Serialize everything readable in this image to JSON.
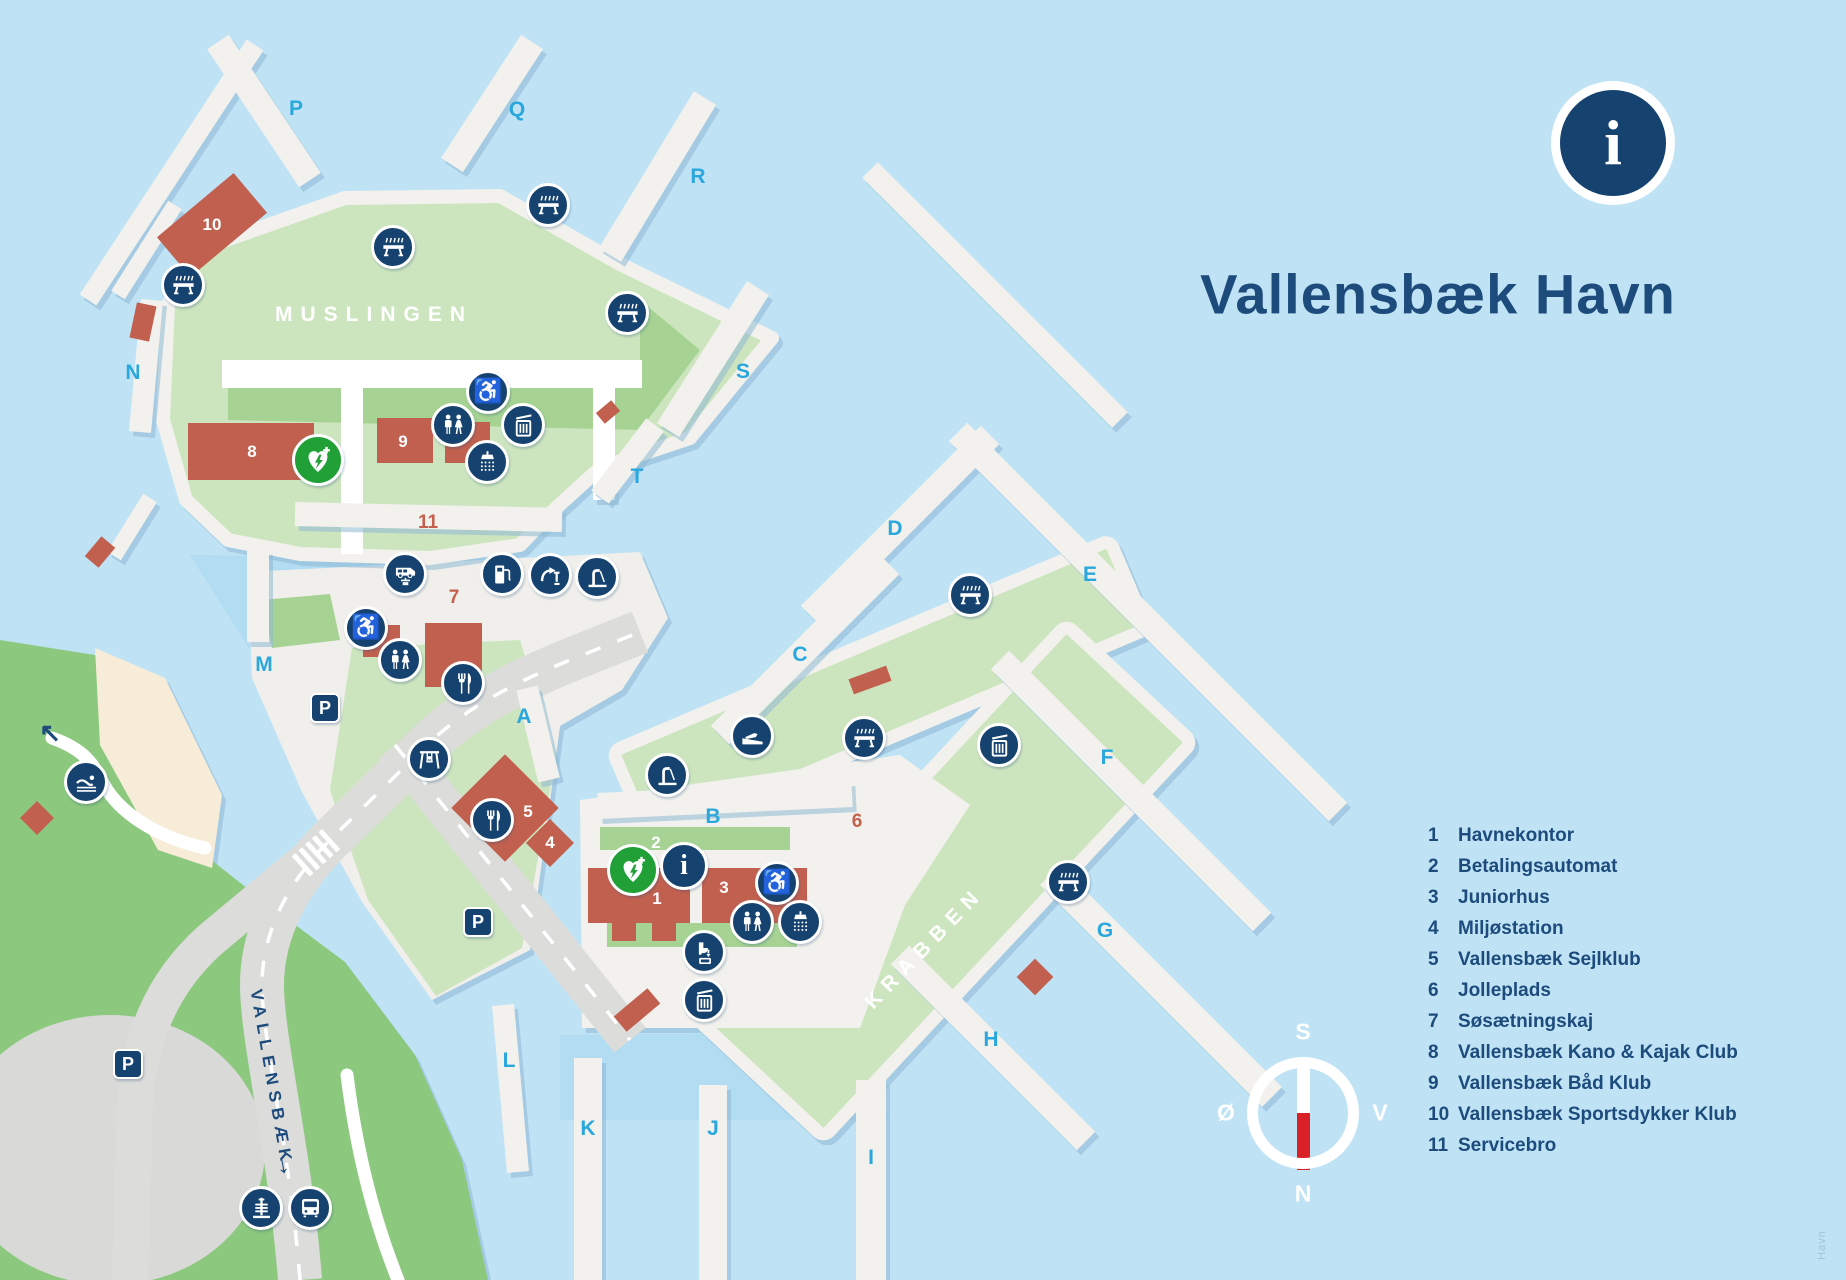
{
  "title": "Vallensbæk Havn",
  "info_symbol": "i",
  "parking_label": "P",
  "areas": {
    "muslingen": "MUSLINGEN",
    "krabben": "KRABBEN"
  },
  "road": {
    "name": "VALLENSBÆK",
    "arrow": "→"
  },
  "beach_arrow": "↖",
  "watermark": "Havn",
  "pier_labels": {
    "P": "P",
    "Q": "Q",
    "R": "R",
    "S": "S",
    "T": "T",
    "N": "N",
    "M": "M",
    "A": "A",
    "B": "B",
    "C": "C",
    "D": "D",
    "E": "E",
    "F": "F",
    "G": "G",
    "H": "H",
    "I": "I",
    "J": "J",
    "K": "K",
    "L": "L"
  },
  "markers": {
    "n1": "1",
    "n2": "2",
    "n3": "3",
    "n4": "4",
    "n5": "5",
    "n6": "6",
    "n7": "7",
    "n8": "8",
    "n9": "9",
    "n10": "10",
    "n11": "11"
  },
  "legend": [
    {
      "num": "1",
      "label": "Havnekontor"
    },
    {
      "num": "2",
      "label": "Betalingsautomat"
    },
    {
      "num": "3",
      "label": "Juniorhus"
    },
    {
      "num": "4",
      "label": "Miljøstation"
    },
    {
      "num": "5",
      "label": "Vallensbæk Sejlklub"
    },
    {
      "num": "6",
      "label": "Jolleplads"
    },
    {
      "num": "7",
      "label": "Søsætningskaj"
    },
    {
      "num": "8",
      "label": "Vallensbæk Kano & Kajak Club"
    },
    {
      "num": "9",
      "label": "Vallensbæk Båd Klub"
    },
    {
      "num": "10",
      "label": "Vallensbæk Sportsdykker Klub"
    },
    {
      "num": "11",
      "label": "Servicebro"
    }
  ],
  "compass": {
    "s": "S",
    "east": "Ø",
    "west": "V",
    "n": "N"
  },
  "colors": {
    "water": "#bfe3f5",
    "basin": "#b2dcf1",
    "land_green": "#8cc87e",
    "harbor_green": "#cde5bf",
    "mid_green": "#a6d393",
    "pier_white": "#f2f1ed",
    "road_gray": "#dcdcda",
    "building_red": "#c2604f",
    "navy": "#16426f",
    "cyan": "#2aa7dc",
    "aed_green": "#21a038",
    "title_navy": "#1c4b7c",
    "needle_red": "#da2128"
  }
}
